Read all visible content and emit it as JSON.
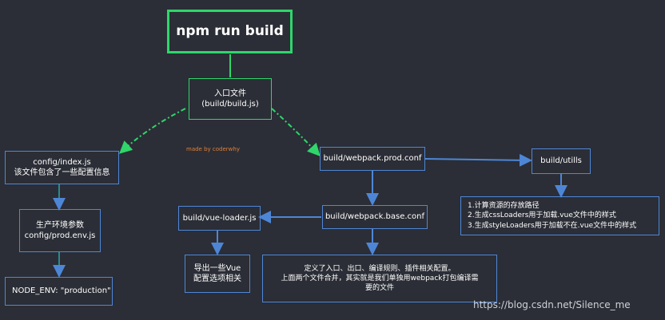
{
  "nodes": {
    "npm_run_build": "npm run build",
    "entry_file": [
      "入口文件",
      "(build/build.js)"
    ],
    "config_index": [
      "config/index.js",
      "该文件包含了一些配置信息"
    ],
    "prod_env": [
      "生产环境参数",
      "config/prod.env.js"
    ],
    "node_env": "NODE_ENV: \"production\"",
    "webpack_prod_conf": "build/webpack.prod.conf",
    "build_utils": "build/utills",
    "utils_desc": [
      "1.计算资源的存放路径",
      "2.生成cssLoaders用于加载.vue文件中的样式",
      "3.生成styleLoaders用于加载不在.vue文件中的样式"
    ],
    "webpack_base_conf": "build/webpack.base.conf",
    "vue_loader": "build/vue-loader.js",
    "vue_loader_desc": [
      "导出一些Vue",
      "配置选项相关"
    ],
    "base_conf_desc": [
      "定义了入口、出口、编译规则、插件相关配置。",
      "上面两个文件合并，其实就是我们单独用webpack打包编译需",
      "要的文件"
    ]
  },
  "annotation": "made by coderwhy",
  "watermark": "https://blog.csdn.net/Silence_me",
  "colors": {
    "background": "#2b2e36",
    "green": "#2fd66b",
    "blue": "#4e86d6",
    "annotation": "#e0803a"
  }
}
